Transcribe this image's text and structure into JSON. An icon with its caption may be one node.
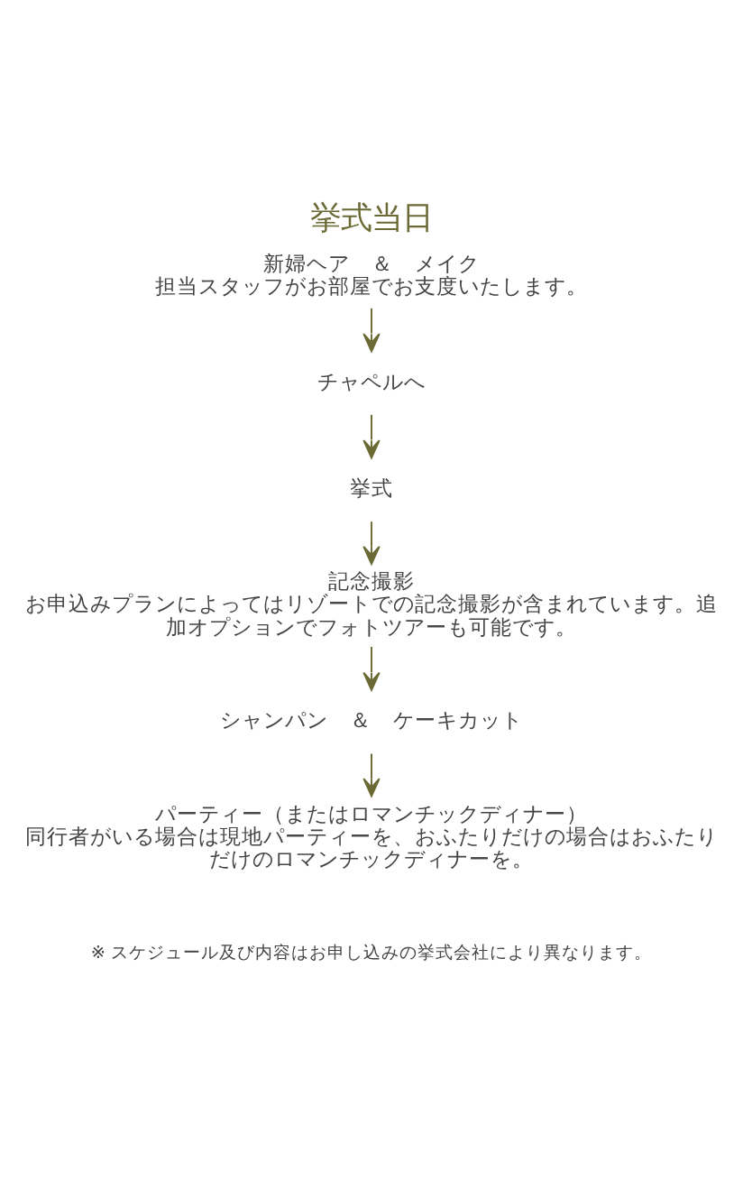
{
  "diagram": {
    "title": "挙式当日",
    "nodes": [
      {
        "text": [
          "新婦ヘア　＆　メイク",
          "担当スタッフがお部屋でお支度いたします。"
        ]
      },
      {
        "text": [
          "チャペルへ"
        ]
      },
      {
        "text": [
          "挙式"
        ]
      },
      {
        "text": [
          "記念撮影",
          "お申込みプランによってはリゾートでの記念撮影が含まれています。追加オプションでフォトツアーも可能です。"
        ]
      },
      {
        "text": [
          "シャンパン　＆　ケーキカット"
        ]
      },
      {
        "text": [
          "パーティー（またはロマンチックディナー）",
          "同行者がいる場合は現地パーティーを、おふたりだけの場合はおふたりだけのロマンチックディナーを。"
        ]
      }
    ],
    "edges": [
      {
        "from": 0,
        "to": 1,
        "arrow": "to"
      },
      {
        "from": 1,
        "to": 2,
        "arrow": "to"
      },
      {
        "from": 2,
        "to": 3,
        "arrow": "to"
      },
      {
        "from": 3,
        "to": 4,
        "arrow": "to"
      },
      {
        "from": 4,
        "to": 5,
        "arrow": "to"
      }
    ],
    "labels": [
      "※ スケジュール及び内容はお申し込みの挙式会社により異なります。"
    ]
  }
}
